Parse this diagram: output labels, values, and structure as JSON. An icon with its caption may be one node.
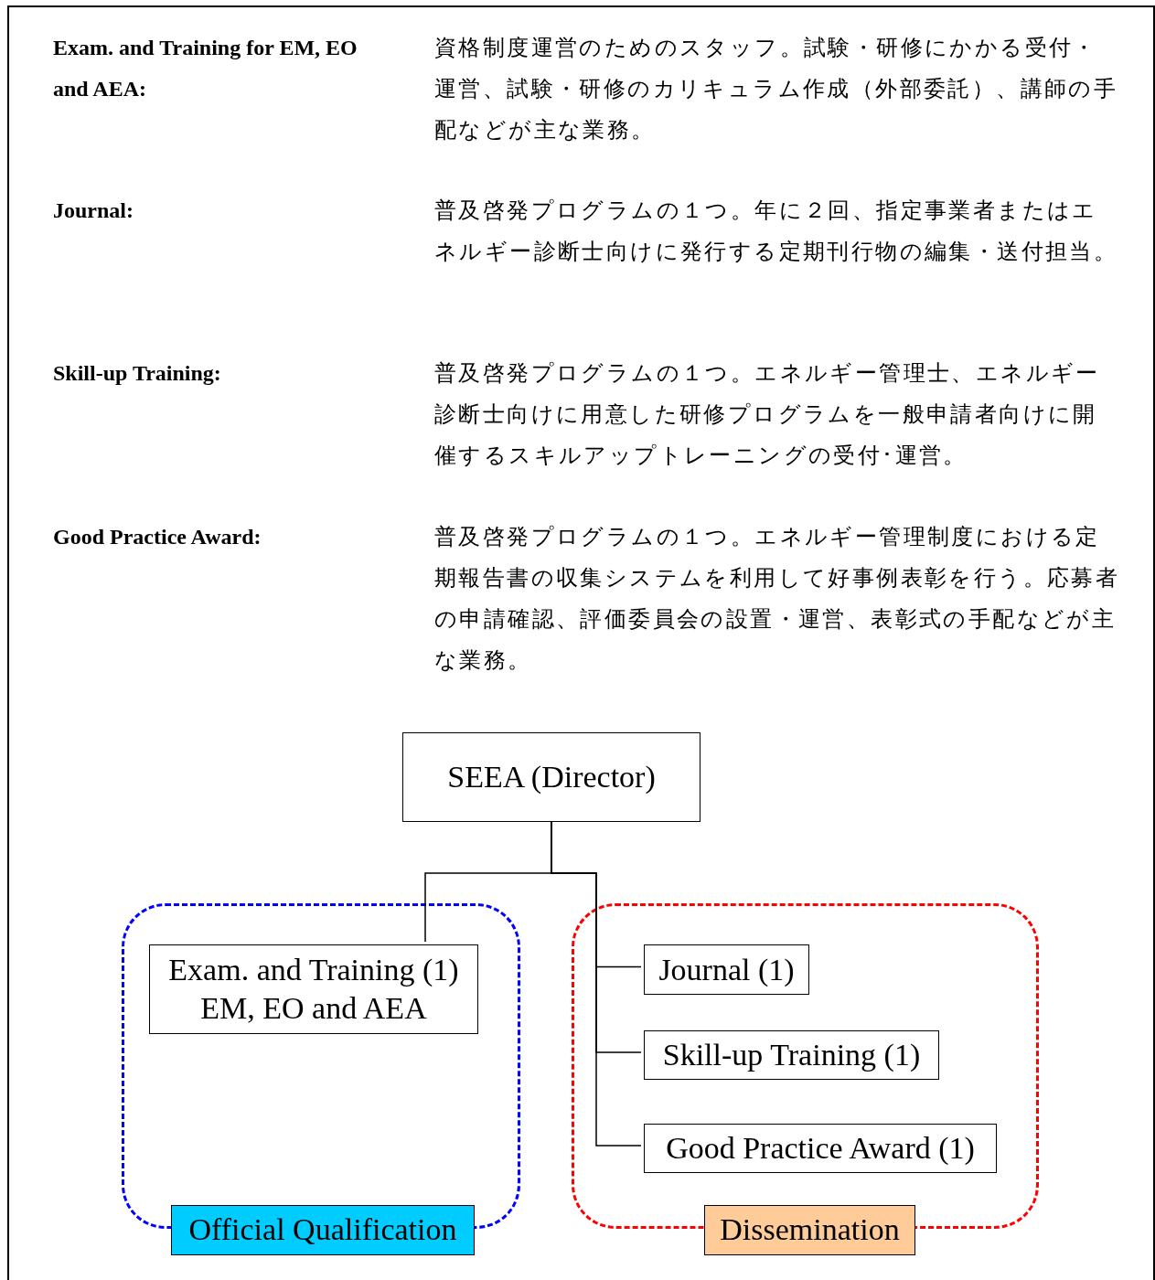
{
  "diagram": {
    "nodes": [
      {
        "text": [
          "SEEA (Director)"
        ]
      },
      {
        "text": [
          "Official Qualification"
        ]
      },
      {
        "text": [
          "Exam. and Training (1) EM, EO and AEA"
        ],
        "in": 1
      },
      {
        "text": [
          "Dissemination"
        ]
      },
      {
        "text": [
          "Journal (1)"
        ],
        "in": 3
      },
      {
        "text": [
          "Skill-up Training (1)"
        ],
        "in": 3
      },
      {
        "text": [
          "Good Practice Award (1)"
        ],
        "in": 3
      }
    ],
    "edges": [
      {
        "from": 0,
        "to": 2,
        "arrow": "none"
      },
      {
        "from": 0,
        "to": 4,
        "arrow": "none"
      },
      {
        "from": 0,
        "to": 5,
        "arrow": "none"
      },
      {
        "from": 0,
        "to": 6,
        "arrow": "none"
      }
    ],
    "labels": [
      "Exam. and Training for EM, EO and AEA:",
      "資格制度運営のためのスタッフ。試験・研修にかかる受付・運営、試験・研修のカリキュラム作成（外部委託）、講師の手配などが主な業務。",
      "Journal:",
      "普及啓発プログラムの１つ。年に２回、指定事業者またはエネルギー診断士向けに発行する定期刊行物の編集・送付担当。",
      "Skill-up Training:",
      "普及啓発プログラムの１つ。エネルギー管理士、エネルギー診断士向けに用意した研修プログラムを一般申請者向けに開催するスキルアップトレーニングの受付･運営。",
      "Good Practice Award:",
      "普及啓発プログラムの１つ。エネルギー管理制度における定期報告書の収集システムを利用して好事例表彰を行う。応募者の申請確認、評価委員会の設置・運営、表彰式の手配などが主な業務。"
    ]
  }
}
